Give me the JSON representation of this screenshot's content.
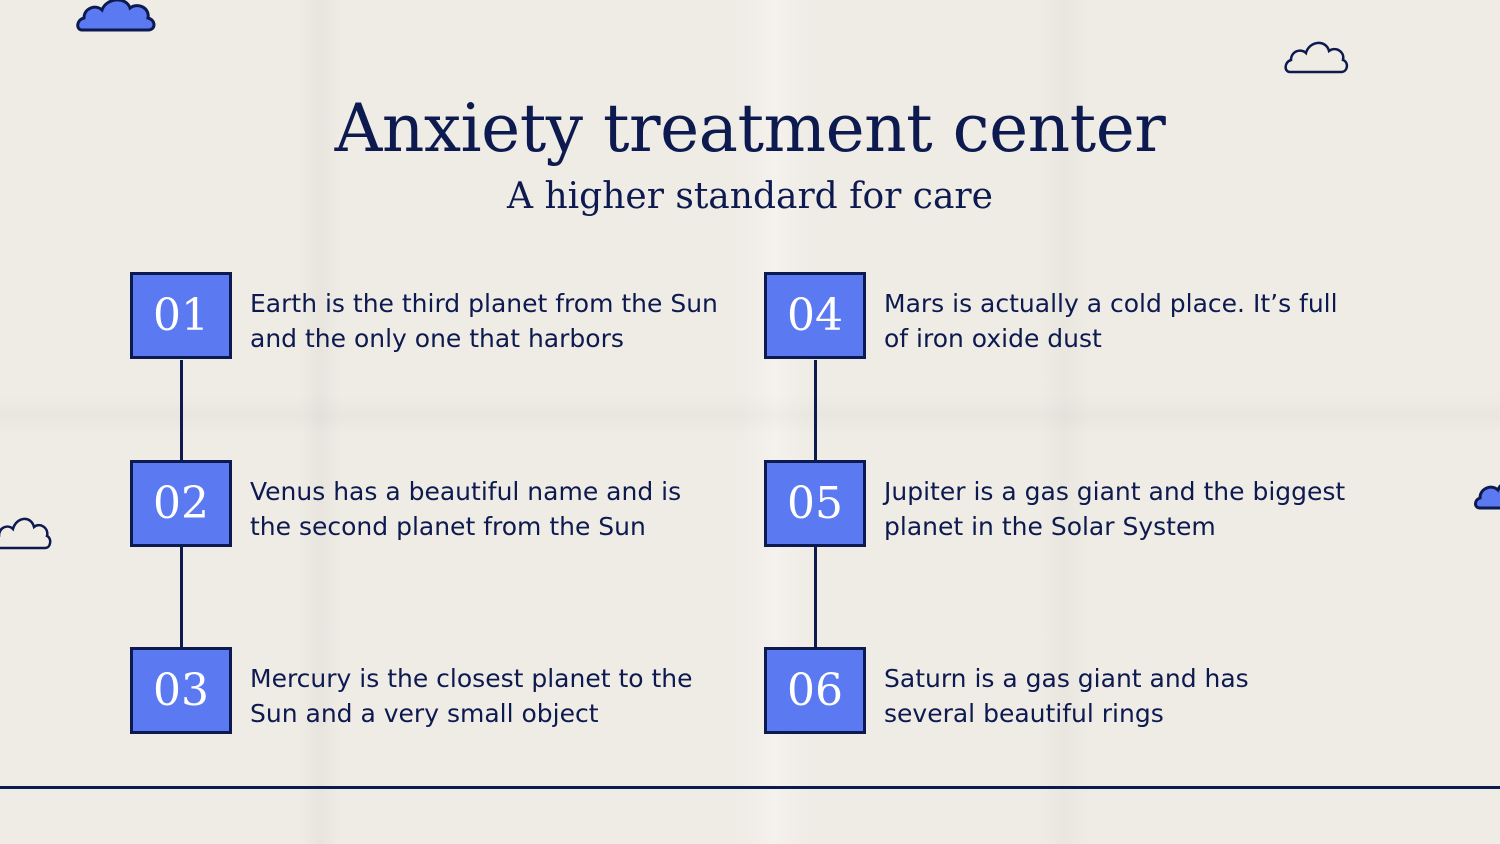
{
  "title": "Anxiety treatment center",
  "subtitle": "A higher standard for care",
  "colors": {
    "background": "#efebe5",
    "ink": "#0d1a4f",
    "accent": "#5b79f1"
  },
  "items": [
    {
      "number": "01",
      "text": "Earth is the third planet from the Sun and the only one that harbors"
    },
    {
      "number": "02",
      "text": "Venus has a beautiful name and is the second planet from the Sun"
    },
    {
      "number": "03",
      "text": "Mercury is the closest planet to the Sun and a very small object"
    },
    {
      "number": "04",
      "text": "Mars is actually a cold place. It’s full of iron oxide dust"
    },
    {
      "number": "05",
      "text": "Jupiter is a gas giant and the biggest planet in the Solar System"
    },
    {
      "number": "06",
      "text": "Saturn is a gas giant and has several beautiful rings"
    }
  ],
  "decorations": {
    "filled_cloud_icon": "cloud-icon",
    "outline_cloud_icon": "cloud-outline-icon"
  }
}
